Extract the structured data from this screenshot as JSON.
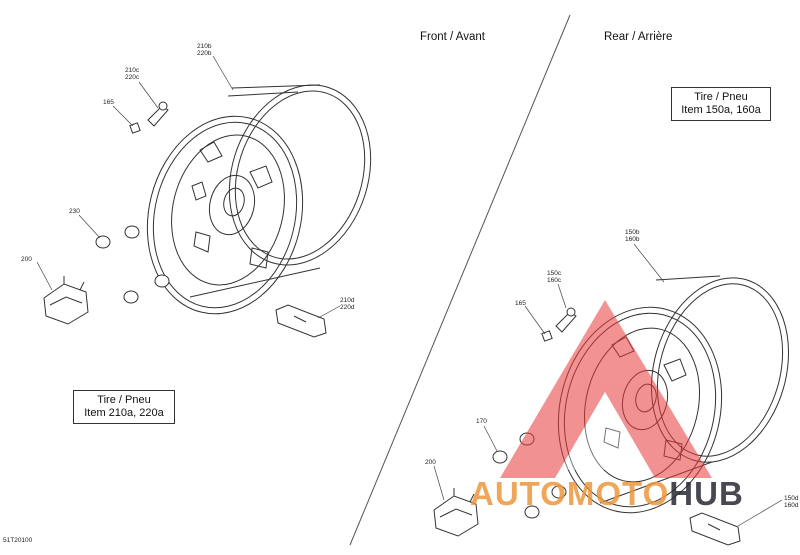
{
  "headers": {
    "front": "Front / Avant",
    "rear": "Rear / Arrière"
  },
  "tire_boxes": {
    "front": {
      "line1": "Tire / Pneu",
      "line2": "Item 210a, 220a"
    },
    "rear": {
      "line1": "Tire / Pneu",
      "line2": "Item 150a, 160a"
    }
  },
  "callouts": {
    "front_rim": "210b\n220b",
    "front_valve": "210c\n220c",
    "front_cap": "165",
    "front_nut": "230",
    "front_hubcap": "200",
    "front_weight": "210d\n220d",
    "rear_rim": "150b\n160b",
    "rear_valve": "150c\n160c",
    "rear_cap": "165",
    "rear_nut": "170",
    "rear_hubcap": "200",
    "rear_weight": "150d\n160d"
  },
  "diagram_code": "51T20100",
  "watermark": {
    "part1": "AUTOMOTO",
    "part2": "HUB",
    "accent_color": "#e8393a",
    "orange": "#ee9a3c"
  }
}
